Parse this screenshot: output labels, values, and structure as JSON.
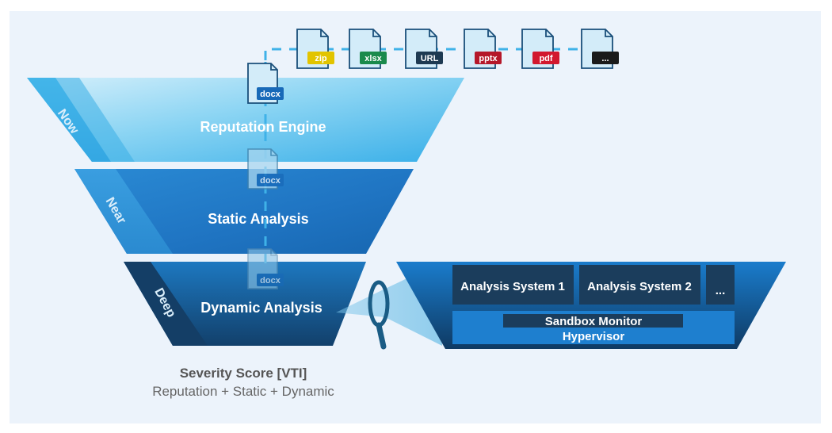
{
  "file_types": [
    {
      "label": "zip",
      "color": "#e2c400"
    },
    {
      "label": "xlsx",
      "color": "#1a8a4c"
    },
    {
      "label": "URL",
      "color": "#1e3a52"
    },
    {
      "label": "pptx",
      "color": "#b5182a"
    },
    {
      "label": "pdf",
      "color": "#d2182e"
    },
    {
      "label": "...",
      "color": "#1a1a1a"
    }
  ],
  "doc_label": "docx",
  "doc_tag_color": "#1869b8",
  "layers": [
    {
      "side_label": "Now",
      "title": "Reputation Engine"
    },
    {
      "side_label": "Near",
      "title": "Static Analysis"
    },
    {
      "side_label": "Deep",
      "title": "Dynamic Analysis"
    }
  ],
  "sandbox": {
    "systems": [
      "Analysis System 1",
      "Analysis System 2",
      "..."
    ],
    "monitor": "Sandbox Monitor",
    "hypervisor": "Hypervisor"
  },
  "score": {
    "title": "Severity Score [VTI]",
    "subtitle": "Reputation + Static + Dynamic"
  },
  "colors": {
    "background": "#ecf3fb",
    "dashed_line": "#3fb2e8",
    "dark_panel": "#1b3d5c",
    "hypervisor": "#1e7fcf",
    "magnifier": "#1a5c85"
  }
}
